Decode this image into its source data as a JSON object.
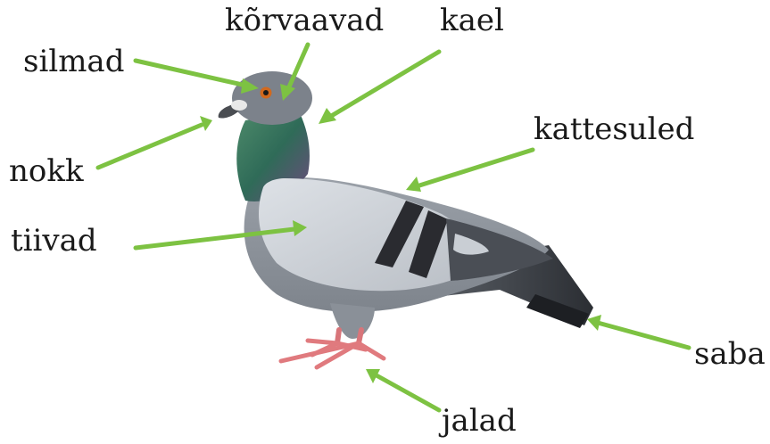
{
  "labels": {
    "silmad": "silmad",
    "korvaavad": "kõrvaavad",
    "kael": "kael",
    "kattesuled": "kattesuled",
    "nokk": "nokk",
    "tiivad": "tiivad",
    "saba": "saba",
    "jalad": "jalad"
  },
  "colors": {
    "arrow": "#7dc242",
    "text": "#1a1a1a",
    "body_gray": "#8e949c",
    "wing_light": "#c9ced4",
    "neck_green": "#3f7a5a",
    "neck_purple": "#6e4a7e",
    "bar_dark": "#2a2b30",
    "feet": "#e07a7e",
    "eye": "#d2691e"
  },
  "image": {
    "subject": "pigeon-illustration"
  }
}
